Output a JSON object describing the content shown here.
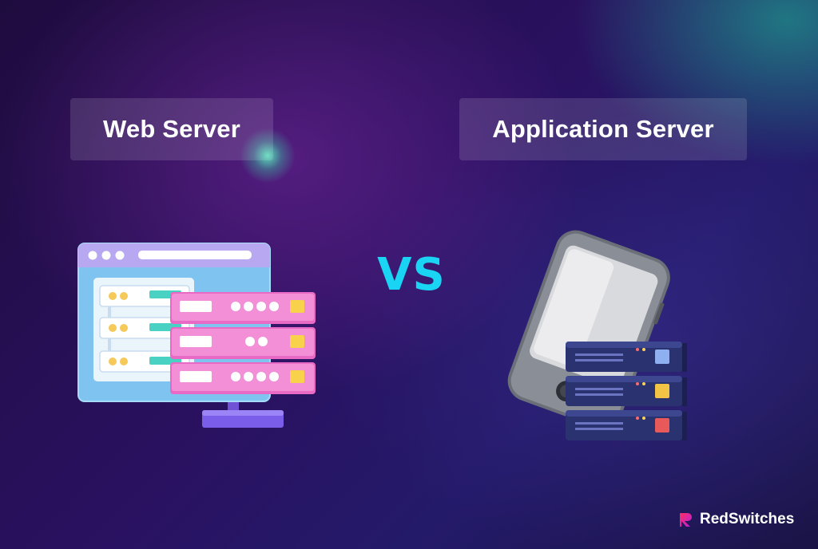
{
  "labels": {
    "left": "Web Server",
    "right": "Application Server",
    "versus": "VS"
  },
  "brand": {
    "name": "RedSwitches",
    "logo_icon": "redswitches-logo-icon"
  },
  "illustrations": {
    "left": "web-server-icon",
    "right": "application-server-icon"
  },
  "colors": {
    "versus": "#19d4f2",
    "label_text": "#ffffff",
    "brand_accent": "#ff2e63"
  }
}
